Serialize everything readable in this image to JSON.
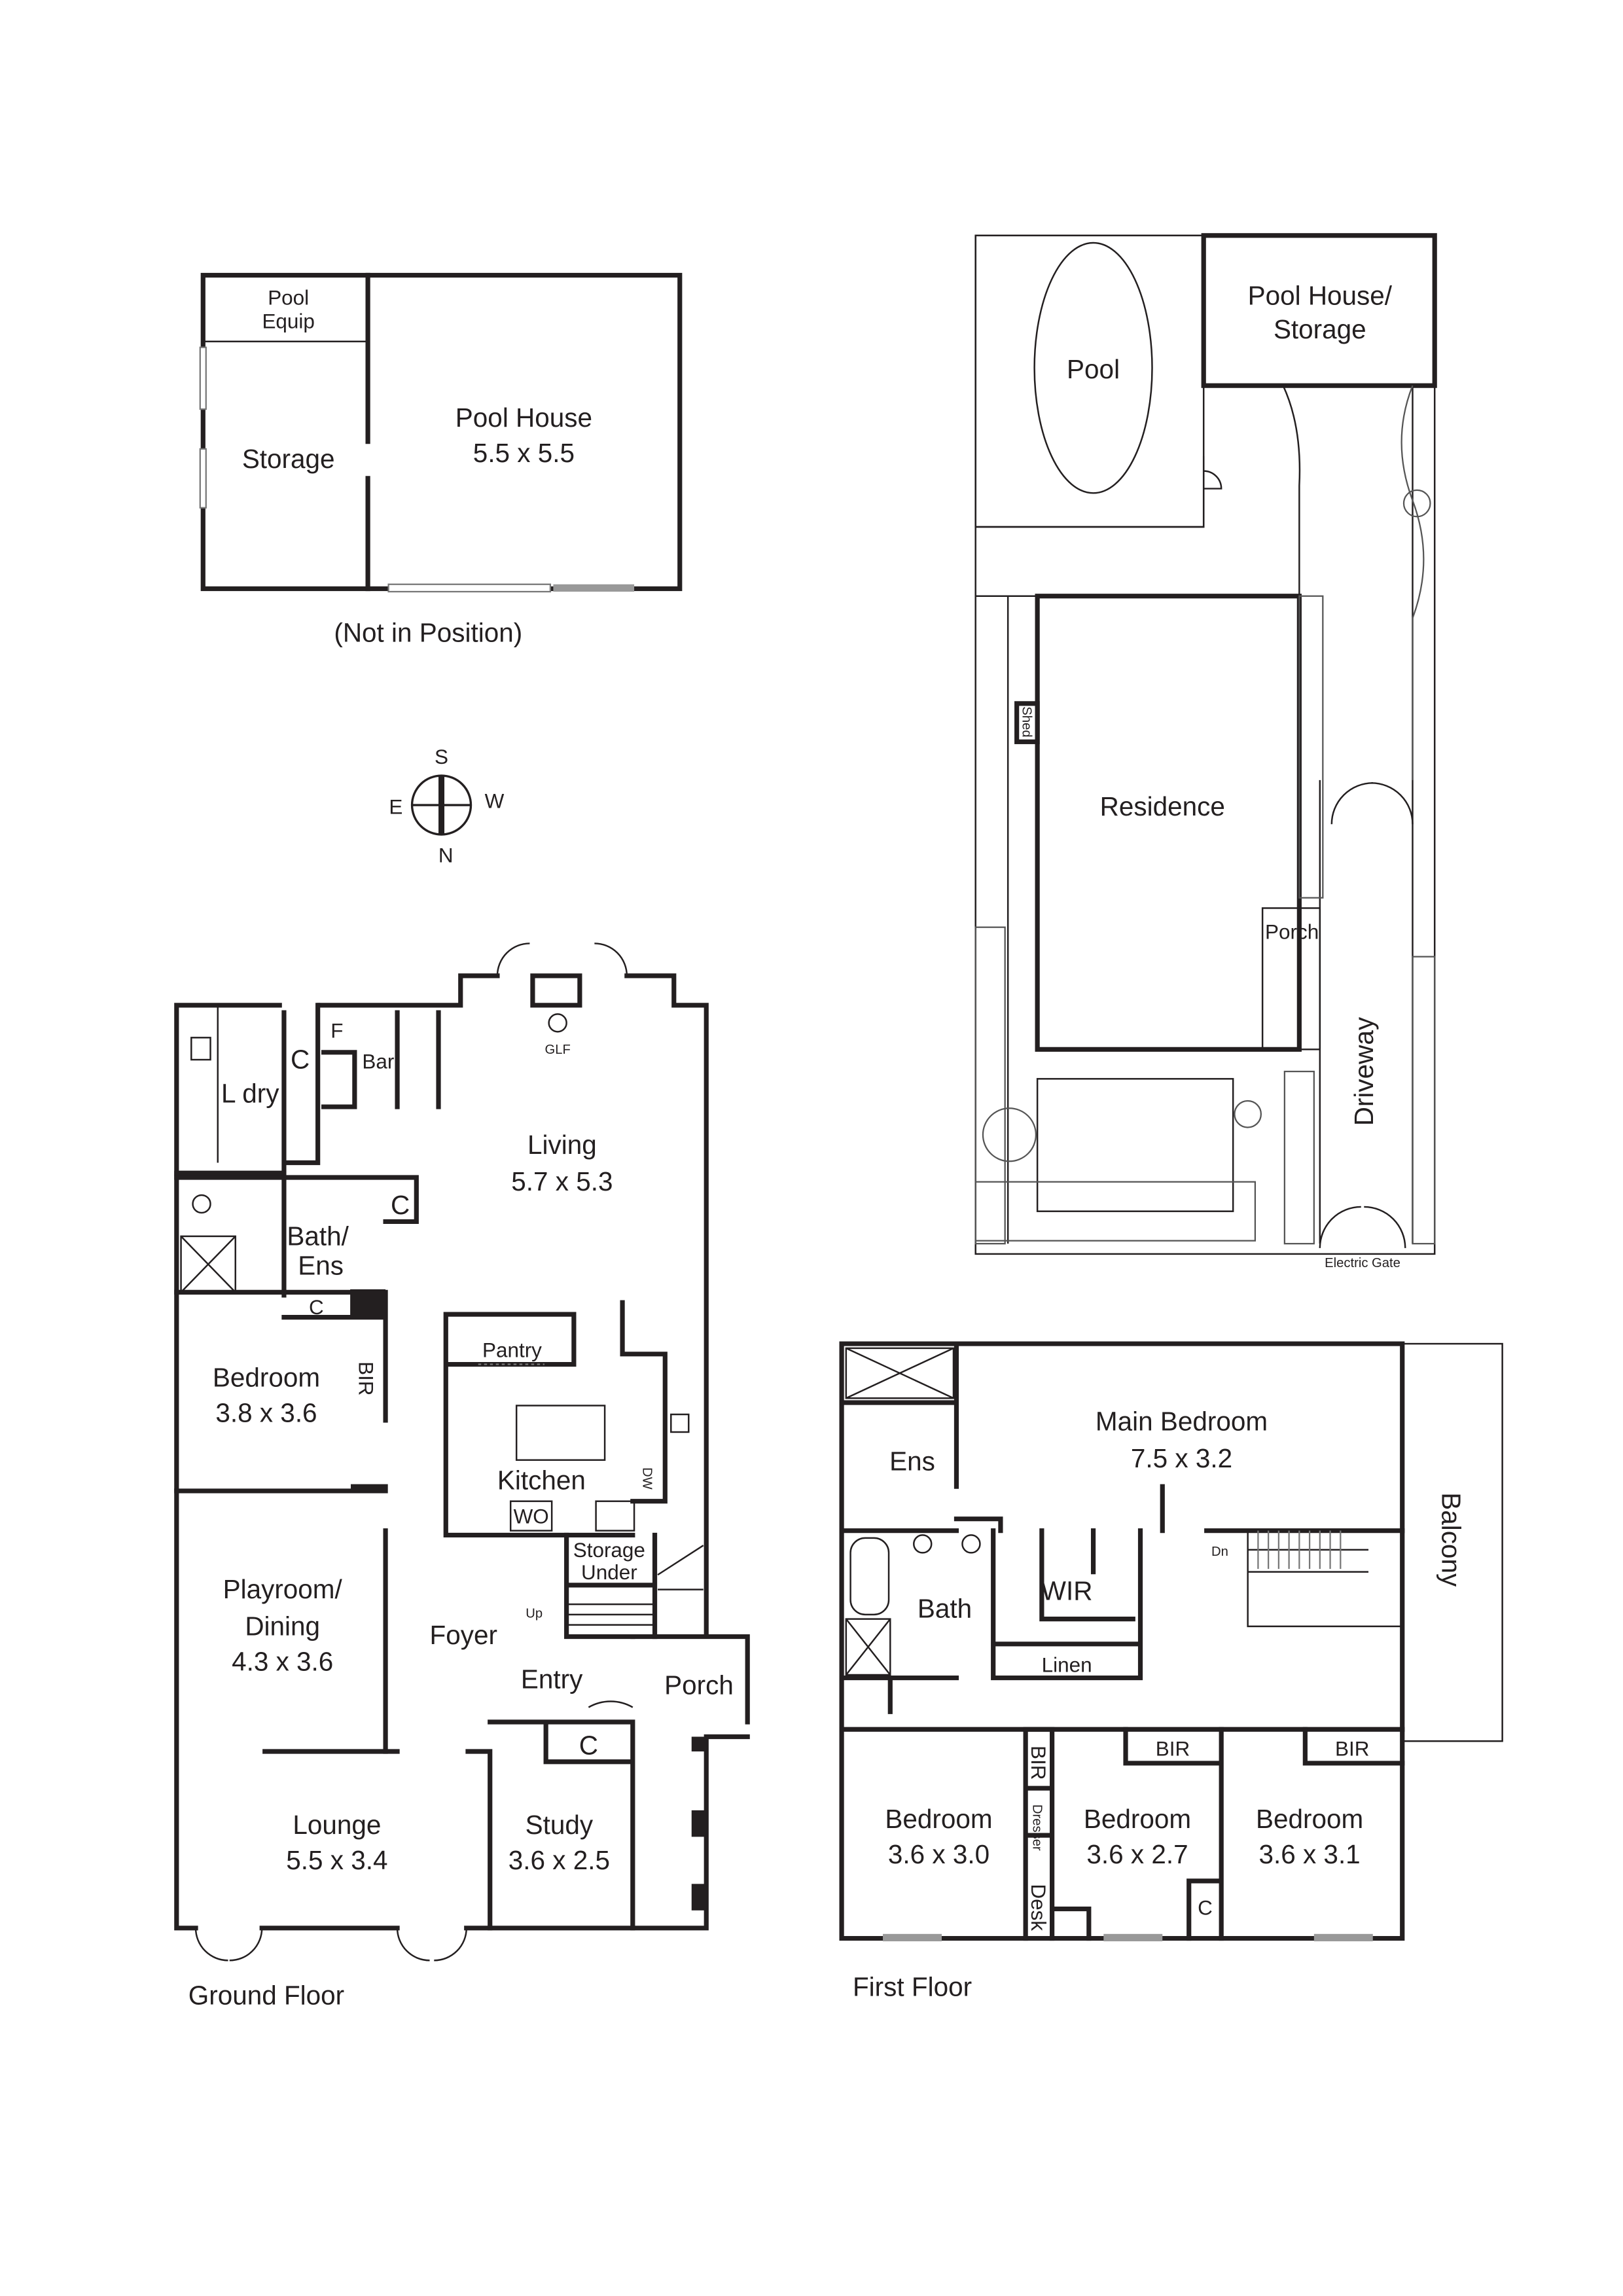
{
  "pool_house_plan": {
    "rooms": {
      "pool_equip": "Pool\nEquip",
      "pool_equip_line1": "Pool",
      "pool_equip_line2": "Equip",
      "storage": "Storage",
      "pool_house": "Pool House",
      "pool_house_size": "5.5 x 5.5"
    },
    "caption": "(Not in Position)"
  },
  "compass": {
    "s": "S",
    "e": "E",
    "w": "W",
    "n": "N"
  },
  "site_plan": {
    "pool": "Pool",
    "pool_house_line1": "Pool House/",
    "pool_house_line2": "Storage",
    "residence": "Residence",
    "shed": "Shed",
    "porch": "Porch",
    "driveway": "Driveway",
    "electric_gate": "Electric Gate"
  },
  "ground_floor": {
    "caption": "Ground Floor",
    "ldry": "L dry",
    "c": "C",
    "f": "F",
    "bar": "Bar",
    "glf": "GLF",
    "living": "Living",
    "living_size": "5.7 x 5.3",
    "bath_ens_line1": "Bath/",
    "bath_ens_line2": "Ens",
    "bir": "BIR",
    "bedroom": "Bedroom",
    "bedroom_size": "3.8 x 3.6",
    "pantry": "Pantry",
    "kitchen": "Kitchen",
    "dw": "DW",
    "wo": "WO",
    "storage_under_line1": "Storage",
    "storage_under_line2": "Under",
    "up": "Up",
    "playroom_line1": "Playroom/",
    "playroom_line2": "Dining",
    "playroom_size": "4.3 x 3.6",
    "foyer": "Foyer",
    "entry": "Entry",
    "porch": "Porch",
    "lounge": "Lounge",
    "lounge_size": "5.5 x 3.4",
    "study": "Study",
    "study_size": "3.6 x 2.5"
  },
  "first_floor": {
    "caption": "First Floor",
    "main_bedroom": "Main Bedroom",
    "main_bedroom_size": "7.5 x 3.2",
    "ens": "Ens",
    "bath": "Bath",
    "wir": "WIR",
    "linen": "Linen",
    "dn": "Dn",
    "balcony": "Balcony",
    "bir": "BIR",
    "dresser": "Dresser",
    "desk": "Desk",
    "c": "C",
    "bedroom": "Bedroom",
    "bedroom1_size": "3.6 x 3.0",
    "bedroom2_size": "3.6 x 2.7",
    "bedroom3_size": "3.6 x 3.1"
  }
}
